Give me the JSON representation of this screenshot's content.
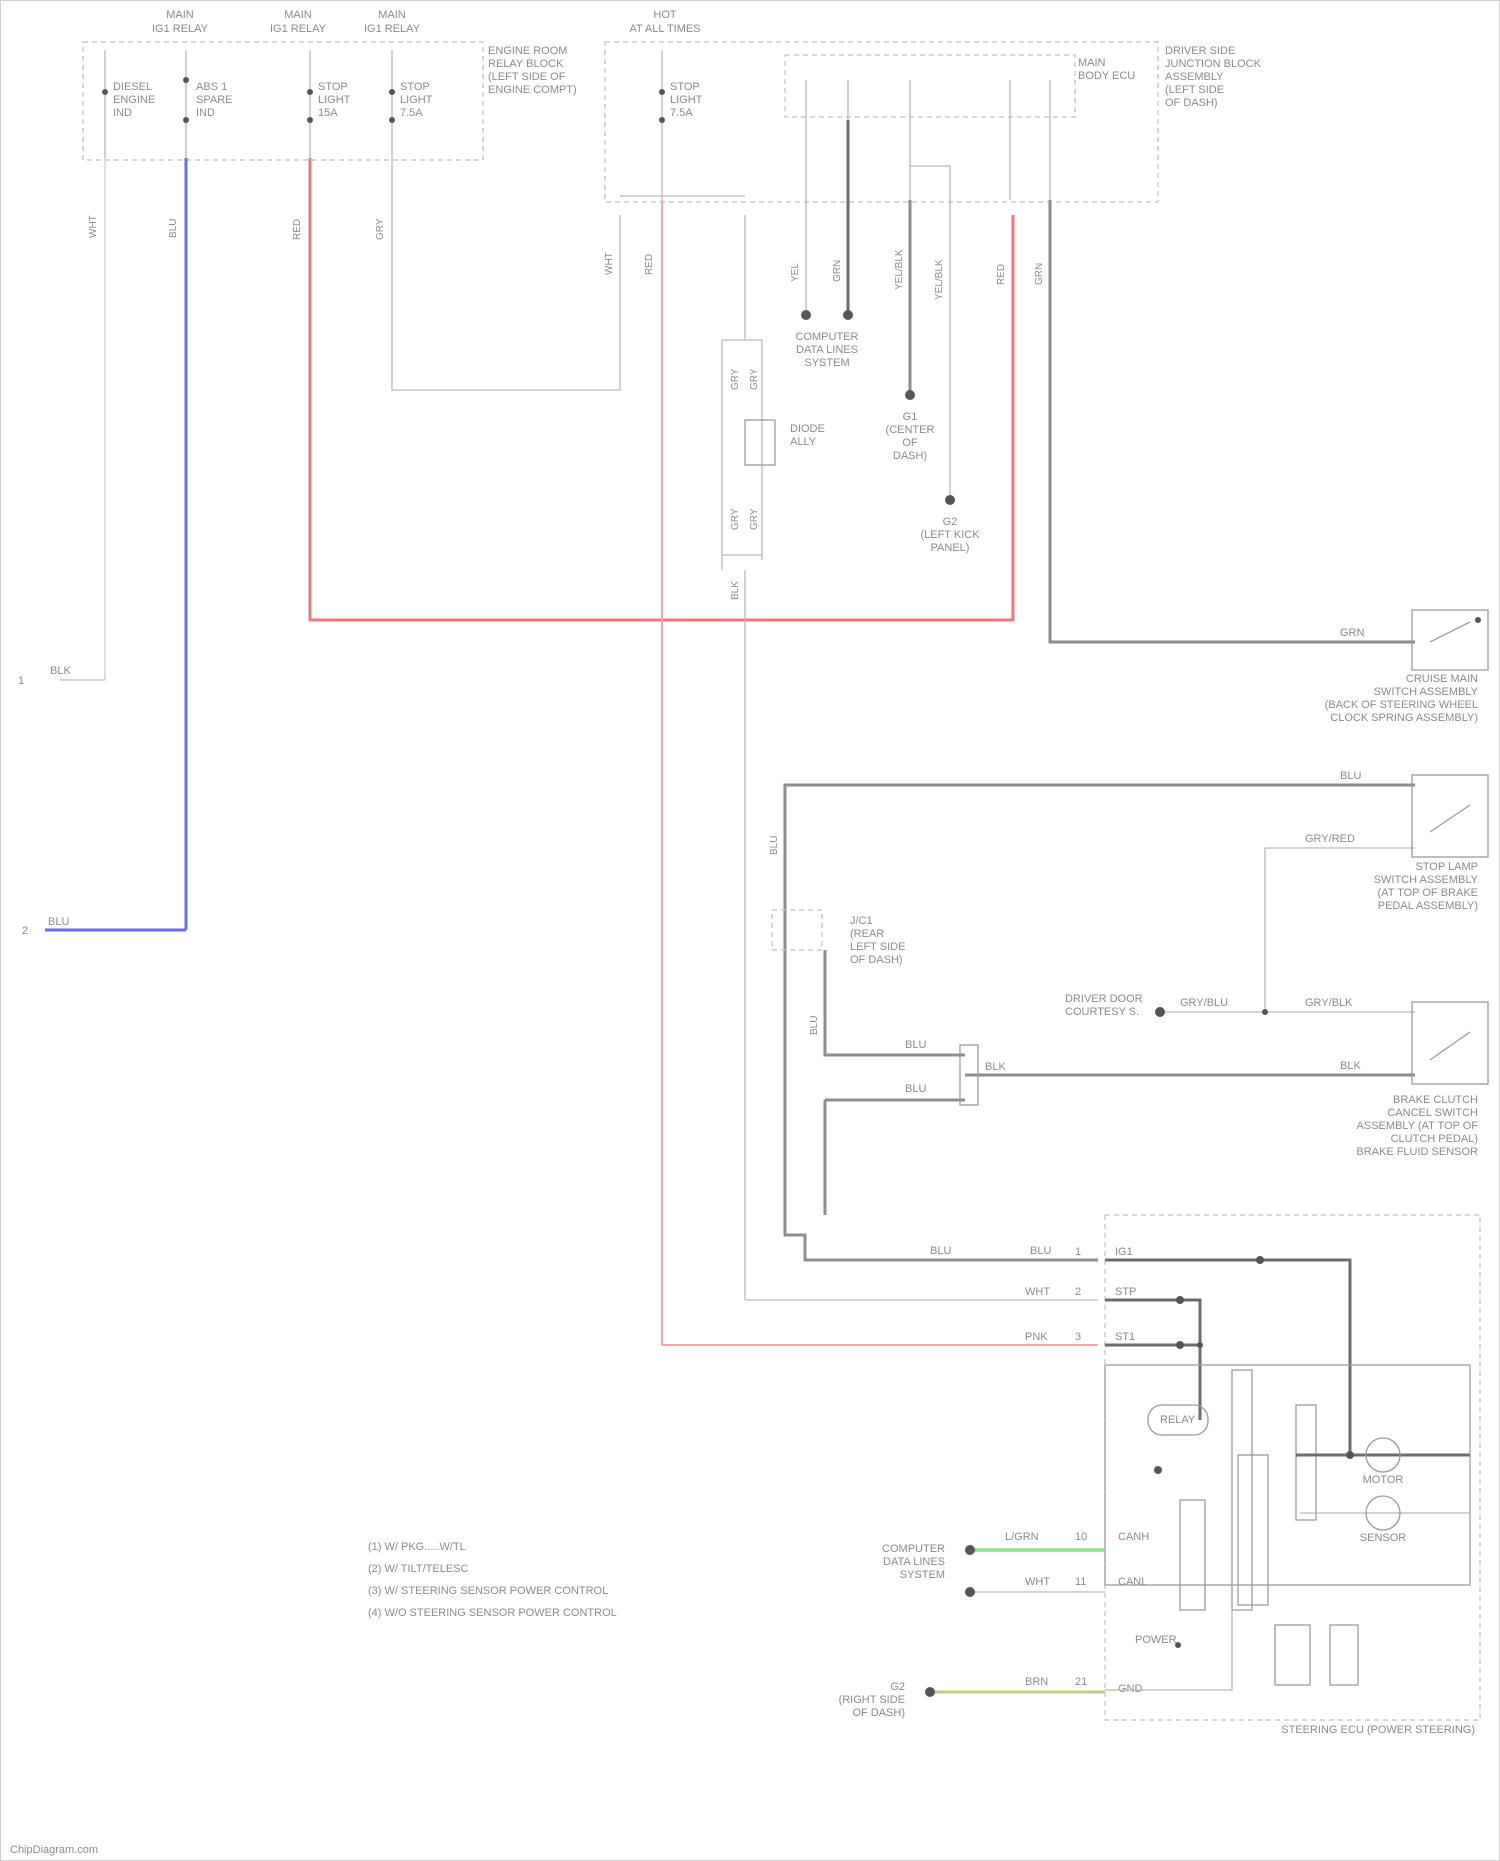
{
  "fuses": [
    {
      "header": [
        "MAIN",
        "IG1 RELAY"
      ],
      "name": [
        "DIESEL",
        "ENGINE",
        "IND"
      ]
    },
    {
      "header": [
        "MAIN",
        "IG1 RELAY"
      ],
      "name": [
        "ABS 1",
        "SPARE",
        "IND"
      ]
    },
    {
      "header": [
        "MAIN",
        "IG1 RELAY"
      ],
      "name": [
        "STOP",
        "LIGHT",
        "15A"
      ]
    },
    {
      "header": [
        "MAIN",
        "IG1 RELAY"
      ],
      "name": [
        "STOP",
        "LIGHT",
        "7.5A"
      ]
    },
    {
      "header": [
        "HOT",
        "AT ALL TIMES"
      ],
      "name": [
        "STOP",
        "LIGHT",
        "7.5A"
      ]
    }
  ],
  "locations": {
    "fuse_block_left": [
      "ENGINE ROOM",
      "RELAY BLOCK",
      "(LEFT SIDE OF",
      "ENGINE COMPT)"
    ],
    "junction_block": [
      "DRIVER SIDE",
      "JUNCTION BLOCK",
      "ASSEMBLY",
      "(LEFT SIDE",
      "OF DASH)"
    ],
    "body_ecu": [
      "MAIN",
      "BODY ECU"
    ]
  },
  "wire_colors": {
    "w1": "WHT",
    "w2": "BLU",
    "w3": "RED",
    "w4": "GRY",
    "w5": "WHT",
    "w6": "RED",
    "w7": "GRY",
    "w8": "GRY",
    "w9": "BLK",
    "w10": "YEL",
    "w11": "YEL/BLK",
    "w12": "GRN",
    "w13": "GRN",
    "w14": "GRY",
    "w15": "GRN",
    "w16": "GRN",
    "w17": "YEL"
  },
  "references": {
    "ref1": [
      "COMPUTER",
      "DATA LINES",
      "SYSTEM"
    ],
    "ref2": [
      "G1",
      "(CENTER",
      "OF",
      "DASH)"
    ],
    "ref3": [
      "G2",
      "(LEFT KICK",
      "PANEL)"
    ],
    "diode": [
      "DIODE",
      "ALLY"
    ],
    "left_labels": [
      {
        "num": "1",
        "text": "BLK"
      },
      {
        "num": "2",
        "text": "BLU"
      }
    ]
  },
  "switches": {
    "s1": {
      "wire": "GRN",
      "labels": [
        "CRUISE MAIN",
        "SWITCH ASSEMBLY",
        "(BACK OF STEERING WHEEL",
        "CLOCK SPRING ASSEMBLY)"
      ]
    },
    "s2": {
      "wire_top": "BLU",
      "wire_mid": "GRY/RED",
      "labels": [
        "STOP LAMP",
        "SWITCH ASSEMBLY",
        "(AT TOP OF BRAKE",
        "PEDAL ASSEMBLY)"
      ]
    },
    "s3": {
      "wire_top": "GRY/BLK",
      "wire_bot": "BLK",
      "labels": [
        "BRAKE CLUTCH",
        "CANCEL SWITCH",
        "ASSEMBLY (AT TOP OF",
        "CLUTCH PEDAL)",
        "BRAKE FLUID SENSOR"
      ]
    }
  },
  "junction": {
    "name": [
      "J/C1",
      "(REAR",
      "LEFT SIDE",
      "OF DASH)"
    ],
    "wire": "BLU",
    "w_side": "BLU"
  },
  "connectors": {
    "c1": "BLU",
    "c2": "BLU",
    "c3": "BLK",
    "driver_door": [
      "DRIVER DOOR",
      "COURTESY S."
    ],
    "dd_wire": "GRY/BLU",
    "dd_wire2": "GRY/BLU"
  },
  "ecu_module": {
    "title": "STEERING ECU (POWER STEERING)",
    "pins": [
      "IG1",
      "STP",
      "ST1",
      "CANH",
      "CANL",
      "GND"
    ],
    "wires_in": [
      "BLU",
      "WHT",
      "PNK",
      "L/GRN",
      "WHT",
      "BRN"
    ],
    "pin_nums": [
      "1",
      "2",
      "3",
      "10",
      "11",
      "21"
    ],
    "internal": [
      "RELAY",
      "MOTOR",
      "MOTOR",
      "SENSOR"
    ],
    "buttons": [
      "POWER",
      "GND"
    ]
  },
  "left_refs": {
    "computer": [
      "COMPUTER",
      "DATA LINES",
      "SYSTEM"
    ],
    "ground": [
      "G2",
      "(RIGHT SIDE",
      "OF DASH)"
    ]
  },
  "legend": [
    "(1) W/ PKG.....W/TL",
    "(2) W/ TILT/TELESC",
    "(3) W/ STEERING SENSOR POWER CONTROL",
    "(4) W/O STEERING SENSOR POWER CONTROL"
  ],
  "watermark": "ChipDiagram.com"
}
